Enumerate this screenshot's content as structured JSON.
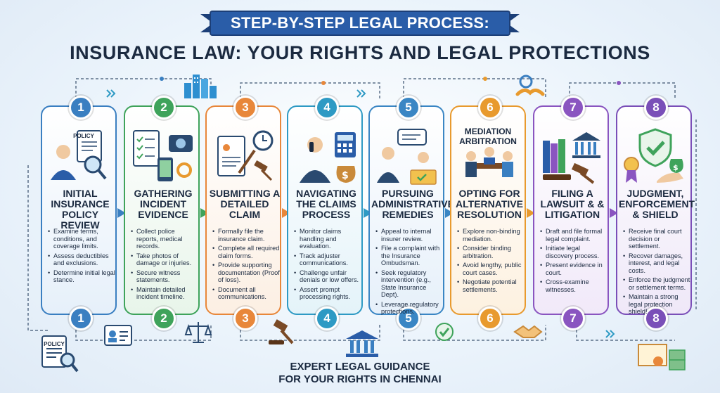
{
  "banner": {
    "label": "STEP-BY-STEP LEGAL PROCESS:"
  },
  "title": "INSURANCE LAW: YOUR RIGHTS AND LEGAL PROTECTIONS",
  "steps": [
    {
      "num": "1",
      "title": "INITIAL INSURANCE POLICY REVIEW",
      "color": "#3a7fc1",
      "tint": "#e6f0fa",
      "bullets": [
        "Examine terms, conditions, and coverage limits.",
        "Assess deductibles and exclusions.",
        "Determine initial legal stance."
      ]
    },
    {
      "num": "2",
      "title": "GATHERING INCIDENT EVIDENCE",
      "color": "#3fa35b",
      "tint": "#e8f5ea",
      "bullets": [
        "Collect police reports, medical records.",
        "Take photos of damage or injuries.",
        "Secure witness statements.",
        "Maintain detailed incident timeline."
      ]
    },
    {
      "num": "3",
      "title": "SUBMITTING A DETAILED CLAIM",
      "color": "#e8873a",
      "tint": "#fcefe3",
      "bullets": [
        "Formally file the insurance claim.",
        "Complete all required claim forms.",
        "Provide supporting documentation (Proof of loss).",
        "Document all communications."
      ]
    },
    {
      "num": "4",
      "title": "NAVIGATING THE CLAIMS PROCESS",
      "color": "#2e9ac4",
      "tint": "#e4f3f9",
      "bullets": [
        "Monitor claims handling and evaluation.",
        "Track adjuster communications.",
        "Challenge unfair denials or low offers.",
        "Assert prompt processing rights."
      ]
    },
    {
      "num": "5",
      "title": "PURSUING ADMINISTRATIVE REMEDIES",
      "color": "#3a86c4",
      "tint": "#e6f0fa",
      "bullets": [
        "Appeal to internal insurer review.",
        "File a complaint with the Insurance Ombudsman.",
        "Seek regulatory intervention (e.g., State Insurance Dept).",
        "Leverage regulatory protections."
      ]
    },
    {
      "num": "6",
      "title": "OPTING FOR ALTERNATIVE RESOLUTION",
      "color": "#e89a2e",
      "tint": "#fdf1e0",
      "bullets": [
        "Explore non-binding mediation.",
        "Consider binding arbitration.",
        "Avoid lengthy, public court cases.",
        "Negotiate potential settlements."
      ]
    },
    {
      "num": "7",
      "title": "FILING A LAWSUIT & & LITIGATION",
      "color": "#8a55c0",
      "tint": "#f1e9f9",
      "bullets": [
        "Draft and file formal legal complaint.",
        "Initiate legal discovery process.",
        "Present evidence in court.",
        "Cross-examine witnesses."
      ]
    },
    {
      "num": "8",
      "title": "JUDGMENT, ENFORCEMENT & SHIELD",
      "color": "#7a4fb8",
      "tint": "#efe8f8",
      "bullets": [
        "Receive final court decision or settlement.",
        "Recover damages, interest, and legal costs.",
        "Enforce the judgment or settlement terms.",
        "Maintain a strong legal protection shield!"
      ]
    }
  ],
  "icon_labels": {
    "policy_doc": "POLICY",
    "policy_footer": "POLICY",
    "mediation": "MEDIATION",
    "arbitration": "ARBITRATION"
  },
  "footer": {
    "line1": "EXPERT LEGAL GUIDANCE",
    "line2": "FOR YOUR RIGHTS IN CHENNAI"
  }
}
